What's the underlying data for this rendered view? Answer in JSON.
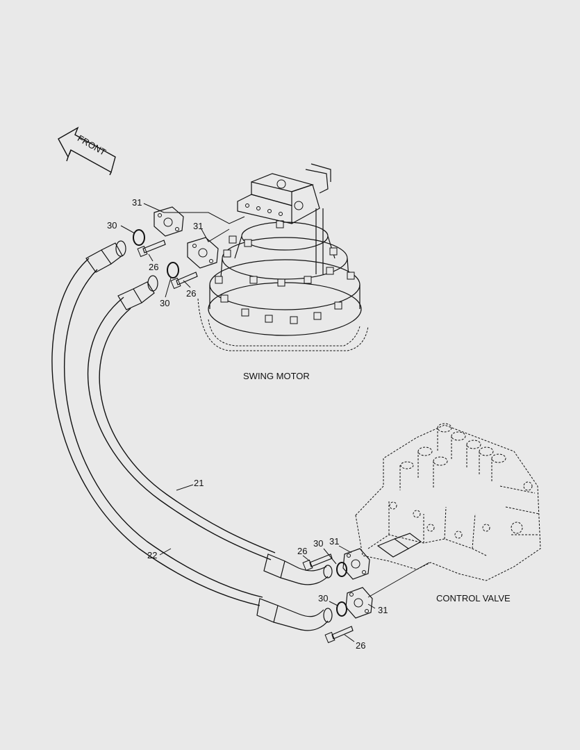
{
  "front_arrow": {
    "label": "FRONT"
  },
  "components": {
    "swing_motor": "SWING MOTOR",
    "control_valve": "CONTROL VALVE"
  },
  "callouts": {
    "c31_top_a": "31",
    "c31_top_b": "31",
    "c30_top_a": "30",
    "c30_top_b": "30",
    "c26_top_a": "26",
    "c26_top_b": "26",
    "c21": "21",
    "c22": "22",
    "c26_cv_a": "26",
    "c30_cv_a": "30",
    "c31_cv_a": "31",
    "c30_cv_b": "30",
    "c31_cv_b": "31",
    "c26_cv_b": "26"
  }
}
